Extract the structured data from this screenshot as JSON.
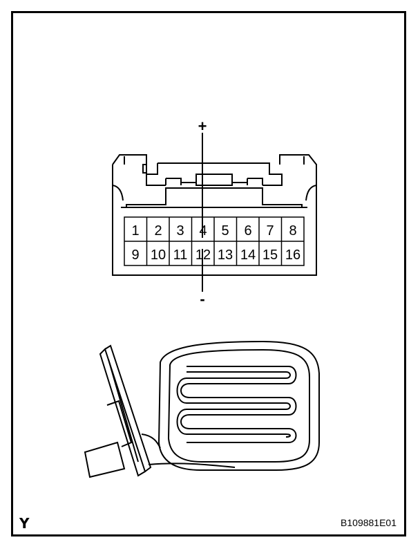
{
  "diagram": {
    "connector": {
      "pins_top": [
        "1",
        "2",
        "3",
        "4",
        "5",
        "6",
        "7",
        "8"
      ],
      "pins_bottom": [
        "9",
        "10",
        "11",
        "12",
        "13",
        "14",
        "15",
        "16"
      ],
      "plus_label": "+",
      "minus_label": "-"
    },
    "corner_label": "Y",
    "figure_code": "B109881E01"
  }
}
